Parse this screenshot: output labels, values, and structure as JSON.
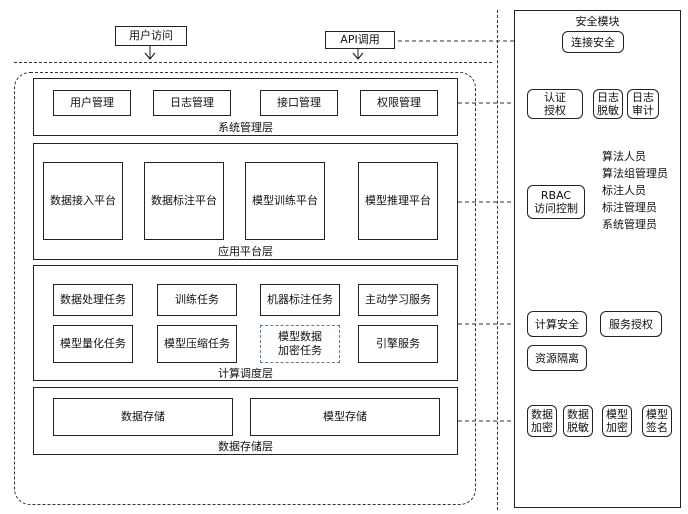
{
  "top_inputs": {
    "user_access": "用户访问",
    "api_call": "API调用"
  },
  "layers": {
    "system_mgmt": {
      "label": "系统管理层",
      "items": [
        "用户管理",
        "日志管理",
        "接口管理",
        "权限管理"
      ]
    },
    "app_platform": {
      "label": "应用平台层",
      "items": [
        "数据接入平台",
        "数据标注平台",
        "模型训练平台",
        "模型推理平台"
      ]
    },
    "compute_sched": {
      "label": "计算调度层",
      "row1": [
        "数据处理任务",
        "训练任务",
        "机器标注任务",
        "主动学习服务"
      ],
      "row2": [
        "模型量化任务",
        "模型压缩任务",
        "模型数据\n加密任务",
        "引擎服务"
      ]
    },
    "data_storage": {
      "label": "数据存储层",
      "items": [
        "数据存储",
        "模型存储"
      ]
    }
  },
  "security": {
    "title": "安全模块",
    "connection": "连接安全",
    "auth": "认证\n授权",
    "log_desens": "日志\n脱敏",
    "log_audit": "日志\n审计",
    "rbac": "RBAC\n访问控制",
    "roles": [
      "算法人员",
      "算法组管理员",
      "标注人员",
      "标注管理员",
      "系统管理员"
    ],
    "compute_security": "计算安全",
    "service_auth": "服务授权",
    "resource_isolation": "资源隔离",
    "data_encrypt": "数据\n加密",
    "data_desens": "数据\n脱敏",
    "model_encrypt": "模型\n加密",
    "model_sign": "模型\n签名"
  }
}
